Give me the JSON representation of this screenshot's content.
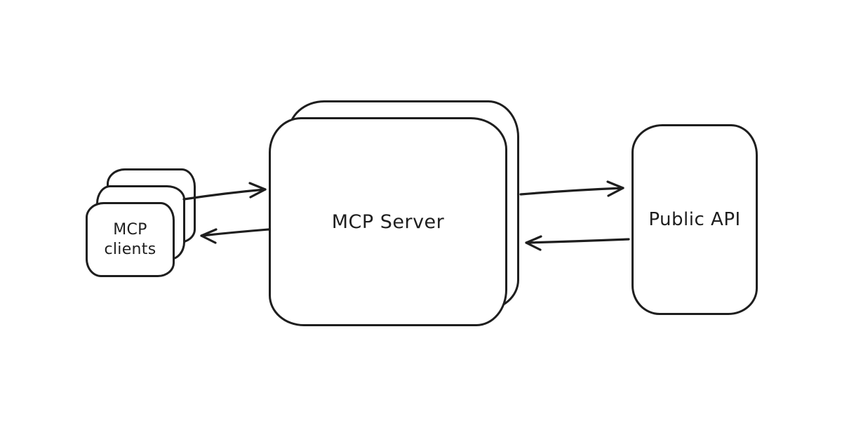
{
  "diagram": {
    "background": "#ffffff",
    "stroke_color": "#1e1e1e",
    "nodes": {
      "mcp_clients": {
        "label_line1": "MCP",
        "label_line2": "clients",
        "stacked_copies": 3
      },
      "mcp_server": {
        "label": "MCP Server",
        "stacked_copies": 2
      },
      "public_api": {
        "label": "Public API",
        "stacked_copies": 1
      }
    },
    "edges": [
      {
        "name": "clients-to-server",
        "from": "mcp_clients",
        "to": "mcp_server",
        "direction": "right"
      },
      {
        "name": "server-to-clients",
        "from": "mcp_server",
        "to": "mcp_clients",
        "direction": "left"
      },
      {
        "name": "server-to-api",
        "from": "mcp_server",
        "to": "public_api",
        "direction": "right"
      },
      {
        "name": "api-to-server",
        "from": "public_api",
        "to": "mcp_server",
        "direction": "left"
      }
    ]
  }
}
